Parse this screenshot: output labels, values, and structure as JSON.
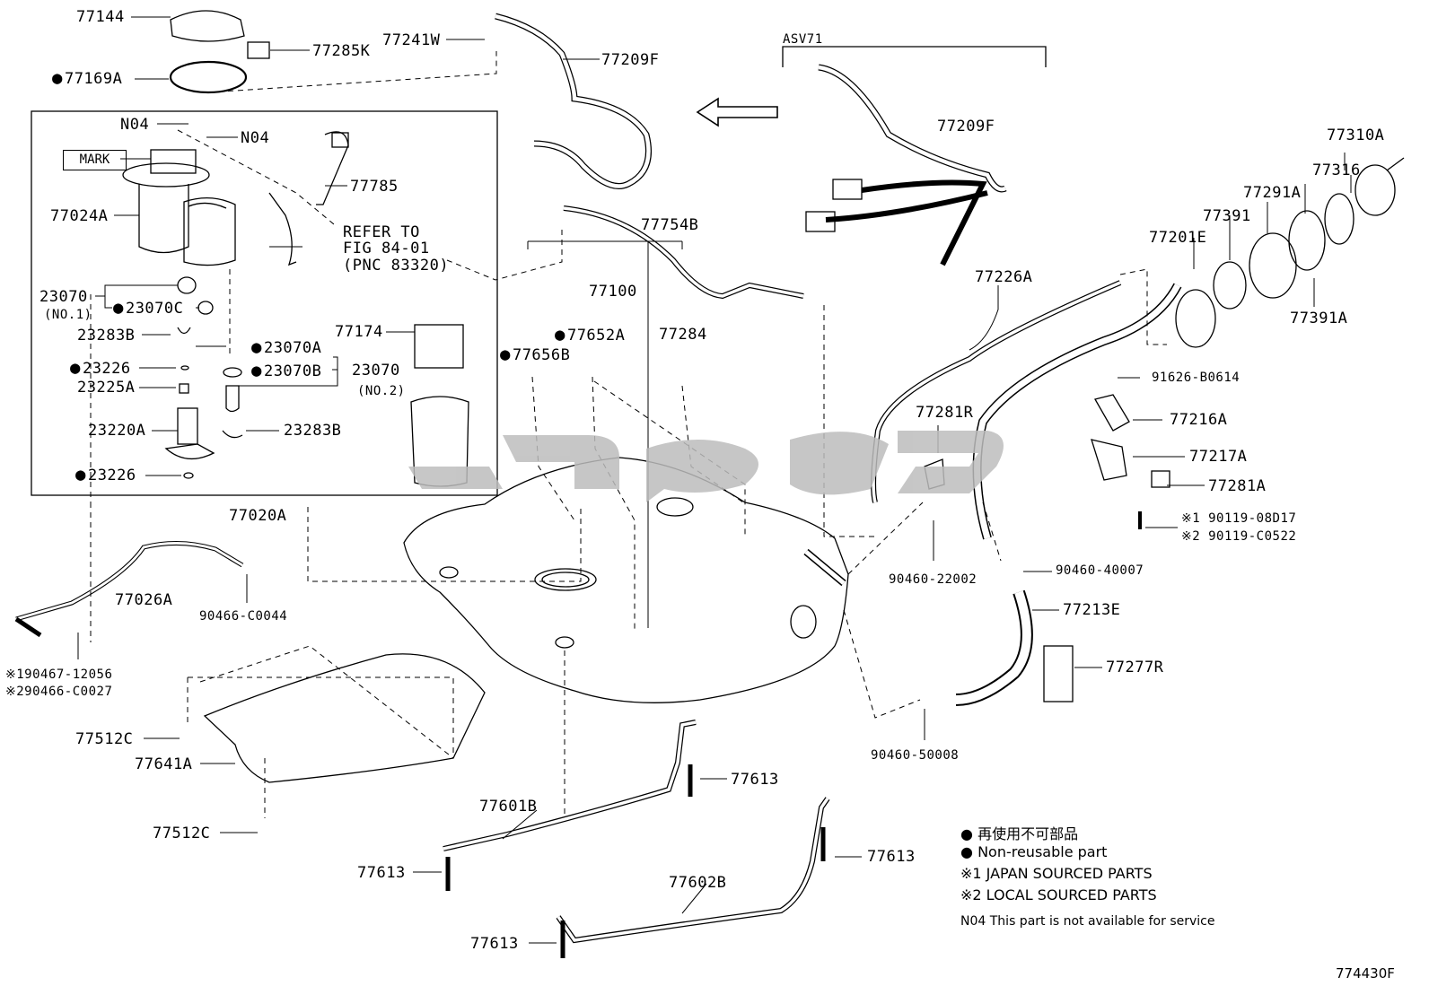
{
  "labels": {
    "p77144": "77144",
    "p77285K": "77285K",
    "p77241W": "77241W",
    "p77209F_top": "77209F",
    "p77169A": "77169A",
    "n04_a": "N04",
    "n04_b": "N04",
    "mark": "MARK",
    "p77785": "77785",
    "p77024A": "77024A",
    "refer1": "REFER TO",
    "refer2": "FIG 84-01",
    "refer3": "(PNC 83320)",
    "p23070_1": "23070",
    "no1": "(NO.1)",
    "p23070C": "23070C",
    "p23283B_a": "23283B",
    "p77174": "77174",
    "p23070A": "23070A",
    "p23226_a": "23226",
    "p23070B": "23070B",
    "p23070_2": "23070",
    "no2": "(NO.2)",
    "p23225A": "23225A",
    "p23220A": "23220A",
    "p23283B_b": "23283B",
    "p23226_b": "23226",
    "p77020A": "77020A",
    "asv71": "ASV71",
    "p77209F_asv": "77209F",
    "p77310A": "77310A",
    "p77316": "77316",
    "p77291A": "77291A",
    "p77391": "77391",
    "p77201E": "77201E",
    "p77754B": "77754B",
    "p77226A": "77226A",
    "p77391A": "77391A",
    "p77100": "77100",
    "p77652A": "77652A",
    "p77284": "77284",
    "p77656B": "77656B",
    "p91626": "91626-B0614",
    "p77216A": "77216A",
    "p77281R": "77281R",
    "p77217A": "77217A",
    "p77281A": "77281A",
    "p90119_1": "※1 90119-08D17",
    "p90119_2": "※2 90119-C0522",
    "p90460_22002": "90460-22002",
    "p90460_40007": "90460-40007",
    "p77213E": "77213E",
    "p77277R": "77277R",
    "p90460_50008": "90460-50008",
    "p77026A": "77026A",
    "p90466_C0044": "90466-C0044",
    "p90467": "※190467-12056",
    "p90466_C0027": "※290466-C0027",
    "p77512C_a": "77512C",
    "p77641A": "77641A",
    "p77512C_b": "77512C",
    "p77613_a": "77613",
    "p77601B": "77601B",
    "p77613_b": "77613",
    "p77613_c": "77613",
    "p77602B": "77602B",
    "p77613_d": "77613"
  },
  "legend": {
    "jp": "再使用不可部品",
    "nonreusable": "Non-reusable part",
    "japan": "※1 JAPAN SOURCED PARTS",
    "local": "※2 LOCAL SOURCED PARTS",
    "n04_code": "N04",
    "n04_note": "This part is not available for service"
  },
  "figure_code": "774430F",
  "colors": {
    "line": "#000000",
    "watermark": "#bdbdbd"
  }
}
